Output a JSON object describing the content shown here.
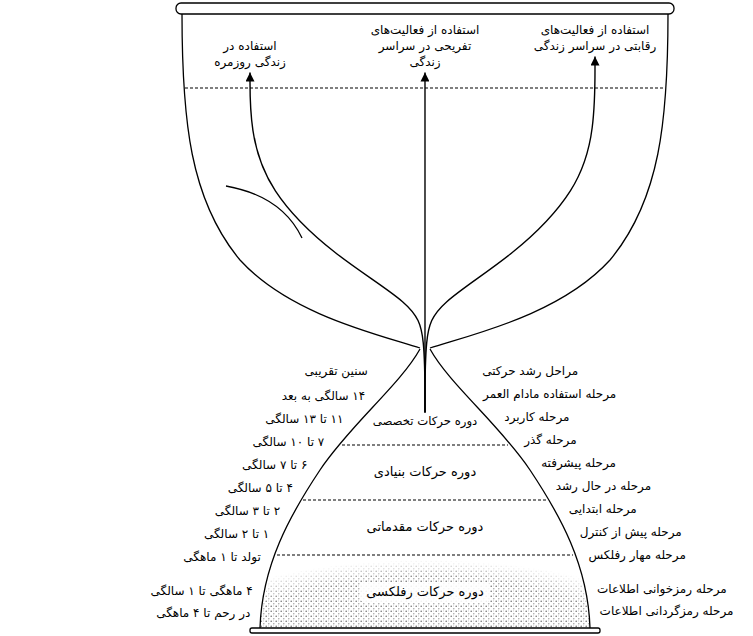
{
  "diagram": {
    "nodes": [
      {
        "text": [
          "استفاده از فعالیت‌های رقابتی در سراسر زندگی"
        ]
      },
      {
        "text": [
          "استفاده از فعالیت‌های تفریحی در سراسر زندگی"
        ]
      },
      {
        "text": [
          "استفاده در زندگی روزمره"
        ]
      },
      {
        "text": [
          "دوره حرکات تخصصی"
        ]
      },
      {
        "text": [
          "دوره حرکات بنیادی"
        ]
      },
      {
        "text": [
          "دوره حرکات مقدماتی"
        ]
      },
      {
        "text": [
          "دوره حرکات رفلکسی"
        ]
      }
    ],
    "edges": [
      {
        "from": 3,
        "to": 0,
        "arrow": "to"
      },
      {
        "from": 3,
        "to": 1,
        "arrow": "to"
      },
      {
        "from": 3,
        "to": 2,
        "arrow": "to"
      }
    ],
    "labels": [
      "مراحل رشد حرکتی",
      "مرحله استفاده مادام العمر",
      "مرحله کاربرد",
      "مرحله گذر",
      "مرحله پیشرفته",
      "مرحله در حال رشد",
      "مرحله ابتدایی",
      "مرحله پیش از کنترل",
      "مرحله مهار رفلکس",
      "مرحله رمزخوانی اطلاعات",
      "مرحله رمزگردانی اطلاعات",
      "سنین تقریبی",
      "۱۴ سالگی به بعد",
      "۱۱ تا ۱۳ سالگی",
      "۷ تا ۱۰ سالگی",
      "۶ تا ۷ سالگی",
      "۴ تا ۵ سالگی",
      "۲ تا ۳ سالگی",
      "۱ تا ۲ سالگی",
      "تولد تا ۱ ماهگی",
      "۴ ماهگی تا ۱ سالگی",
      "در رحم تا ۴ ماهگی"
    ]
  }
}
